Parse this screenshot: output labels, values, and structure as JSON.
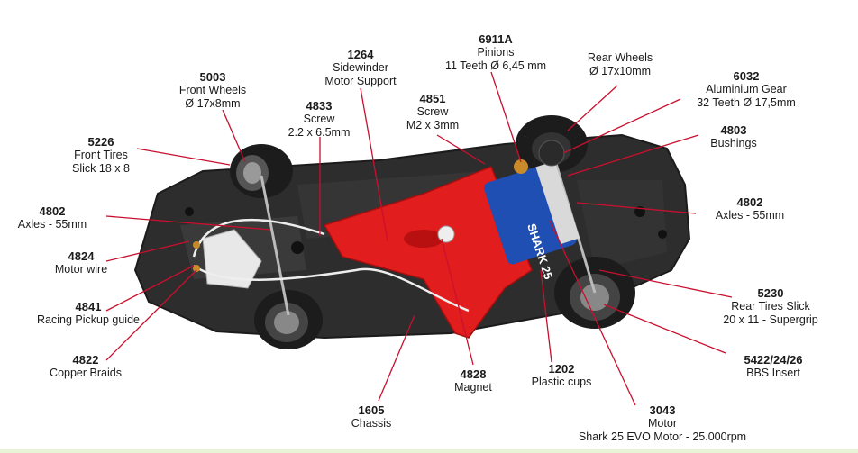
{
  "colors": {
    "chassis": "#2d2d2d",
    "chassis_edge": "#1b1b1b",
    "motor_support": "#e21d1d",
    "leader_line": "#c8102e",
    "motor_can": "#1f4fb3",
    "copper": "#c98a2b"
  },
  "callouts": [
    {
      "id": "front-wheels",
      "code": "5003",
      "lines": [
        "Front Wheels",
        "Ø 17x8mm"
      ]
    },
    {
      "id": "front-tires",
      "code": "5226",
      "lines": [
        "Front Tires",
        "Slick 18 x 8"
      ]
    },
    {
      "id": "axles-front",
      "code": "4802",
      "lines": [
        "Axles - 55mm"
      ]
    },
    {
      "id": "motor-wire",
      "code": "4824",
      "lines": [
        "Motor wire"
      ]
    },
    {
      "id": "pickup-guide",
      "code": "4841",
      "lines": [
        "Racing Pickup guide"
      ]
    },
    {
      "id": "copper-braids",
      "code": "4822",
      "lines": [
        "Copper Braids"
      ]
    },
    {
      "id": "screw-2-2",
      "code": "4833",
      "lines": [
        "Screw",
        "2.2 x 6.5mm"
      ]
    },
    {
      "id": "motor-support",
      "code": "1264",
      "lines": [
        "Sidewinder",
        "Motor Support"
      ]
    },
    {
      "id": "screw-m2",
      "code": "4851",
      "lines": [
        "Screw",
        "M2 x 3mm"
      ]
    },
    {
      "id": "pinions",
      "code": "6911A",
      "lines": [
        "Pinions",
        "11 Teeth Ø 6,45 mm"
      ]
    },
    {
      "id": "rear-wheels",
      "code": "",
      "lines": [
        "Rear Wheels",
        "Ø 17x10mm"
      ]
    },
    {
      "id": "aluminium-gear",
      "code": "6032",
      "lines": [
        "Aluminium Gear",
        "32 Teeth Ø 17,5mm"
      ]
    },
    {
      "id": "bushings",
      "code": "4803",
      "lines": [
        "Bushings"
      ]
    },
    {
      "id": "axles-rear",
      "code": "4802",
      "lines": [
        "Axles - 55mm"
      ]
    },
    {
      "id": "rear-tires",
      "code": "5230",
      "lines": [
        "Rear Tires Slick",
        "20 x 11 - Supergrip"
      ]
    },
    {
      "id": "bbs-insert",
      "code": "5422/24/26",
      "lines": [
        "BBS Insert"
      ]
    },
    {
      "id": "magnet",
      "code": "4828",
      "lines": [
        "Magnet"
      ]
    },
    {
      "id": "plastic-cups",
      "code": "1202",
      "lines": [
        "Plastic cups"
      ]
    },
    {
      "id": "chassis",
      "code": "1605",
      "lines": [
        "Chassis"
      ]
    },
    {
      "id": "motor",
      "code": "3043",
      "lines": [
        "Motor",
        "Shark 25 EVO Motor - 25.000rpm"
      ]
    }
  ],
  "motor_label": "SHARK 25"
}
